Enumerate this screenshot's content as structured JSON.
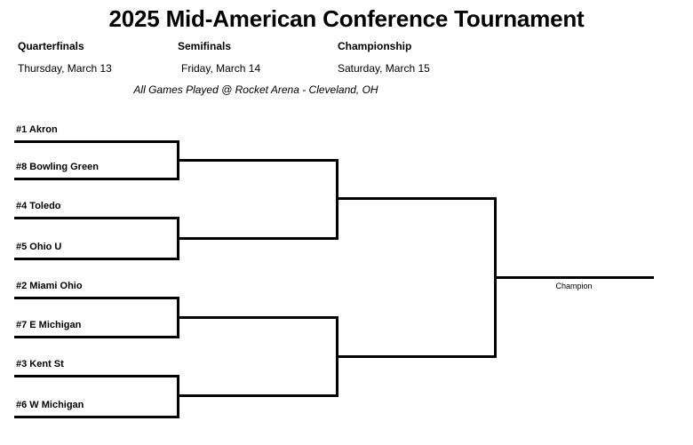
{
  "header": {
    "title": "2025 Mid-American Conference Tournament",
    "venue_note": "All Games Played @ Rocket Arena - Cleveland, OH",
    "rounds": [
      {
        "name": "Quarterfinals",
        "date": "Thursday, March 13"
      },
      {
        "name": "Semifinals",
        "date": "Friday, March 14"
      },
      {
        "name": "Championship",
        "date": "Saturday, March 15"
      }
    ]
  },
  "bracket": {
    "champion_label": "Champion",
    "line_color": "#000000",
    "quarterfinals": [
      {
        "seed": "#1",
        "team": "Akron",
        "label": "#1 Akron"
      },
      {
        "seed": "#8",
        "team": "Bowling Green",
        "label": "#8 Bowling Green"
      },
      {
        "seed": "#4",
        "team": "Toledo",
        "label": "#4 Toledo"
      },
      {
        "seed": "#5",
        "team": "Ohio U",
        "label": "#5 Ohio U"
      },
      {
        "seed": "#2",
        "team": "Miami Ohio",
        "label": "#2 Miami Ohio"
      },
      {
        "seed": "#7",
        "team": "E Michigan",
        "label": "#7 E Michigan"
      },
      {
        "seed": "#3",
        "team": "Kent St",
        "label": "#3 Kent St"
      },
      {
        "seed": "#6",
        "team": "W Michigan",
        "label": "#6 W Michigan"
      }
    ],
    "semifinals": [
      {
        "label": ""
      },
      {
        "label": ""
      },
      {
        "label": ""
      },
      {
        "label": ""
      }
    ],
    "championship": [
      {
        "label": ""
      },
      {
        "label": ""
      }
    ],
    "final": {
      "label": ""
    }
  }
}
